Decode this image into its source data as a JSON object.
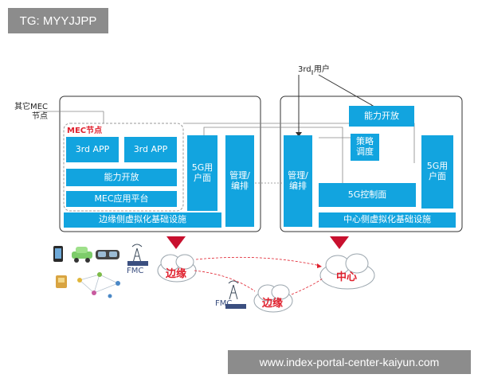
{
  "tag": "TG: MYYJJPP",
  "watermark": "www.index-portal-center-kaiyun.com",
  "left": {
    "other_mec_1": "其它MEC",
    "other_mec_2": "节点",
    "mec_node": "MEC节点",
    "app1": "3rd APP",
    "app2": "3rd APP",
    "capability": "能力开放",
    "platform": "MEC应用平台",
    "infra": "边缘侧虚拟化基础设施",
    "user_plane": "5G用户面",
    "mgmt": "管理/编排"
  },
  "right": {
    "third_user": "3rd 用户",
    "capability": "能力开放",
    "policy": "策略调度",
    "mgmt": "管理/编排",
    "control_plane": "5G控制面",
    "user_plane": "5G用户面",
    "infra": "中心侧虚拟化基础设施"
  },
  "bottom": {
    "edge1": "边缘",
    "edge2": "边缘",
    "center": "中心",
    "fmc1": "FMC",
    "fmc2": "FMC"
  },
  "colors": {
    "accent": "#12a4df",
    "red": "#c8102e",
    "frame": "#333333"
  }
}
